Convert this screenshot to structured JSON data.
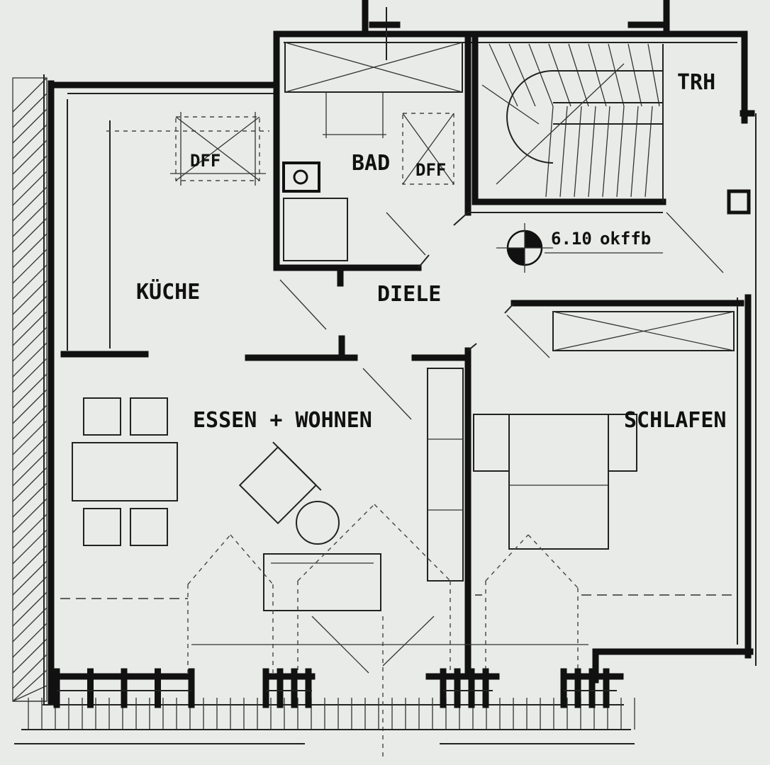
{
  "rooms": {
    "kueche": "KÜCHE",
    "bad": "BAD",
    "diele": "DIELE",
    "essen_wohnen": "ESSEN + WOHNEN",
    "schlafen": "SCHLAFEN",
    "trh": "TRH"
  },
  "marks": {
    "dfr_kitchen": "DFF",
    "dfr_bath": "DFF"
  },
  "level": {
    "value": "6.10",
    "unit": "okffb"
  }
}
